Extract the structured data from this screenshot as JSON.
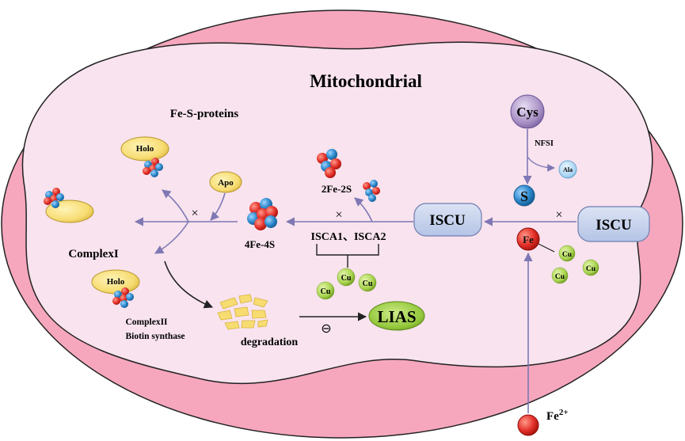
{
  "title": "Mitochondrial",
  "labels": {
    "fe_s_proteins": "Fe-S-proteins",
    "holo_top": "Holo",
    "apo": "Apo",
    "complex1": "ComplexI",
    "holo_bottom": "Holo",
    "complex2": "ComplexII",
    "biotin_synthase": "Biotin synthase",
    "degradation": "degradation",
    "lias": "LIAS",
    "fe4s4": "4Fe-4S",
    "fe2s2": "2Fe-2S",
    "isca": "ISCA1、ISCA2",
    "iscu_left": "ISCU",
    "iscu_right": "ISCU",
    "cys": "Cys",
    "nfsi": "NFSI",
    "ala": "Ala",
    "s": "S",
    "fe": "Fe",
    "fe2plus_base": "Fe",
    "fe2plus_sup": "2+",
    "cu": "Cu",
    "block_mark": "×",
    "inhibit_mark": "⊖"
  },
  "colors": {
    "outer_membrane": "#f6a7bd",
    "inner_matrix": "#f8e3ee",
    "arrow": "#7f78b4",
    "iscu_fill": "#c7d3ec",
    "holo_fill": "#f7dc72",
    "lias_fill": "#95c93d",
    "cu_fill": "#a8d34e",
    "cys_fill": "#a88fc4",
    "s_fill": "#1f8fd8",
    "fe_fill": "#e52a1f",
    "cluster_red": "#e4312a",
    "cluster_blue": "#2c88cc"
  }
}
